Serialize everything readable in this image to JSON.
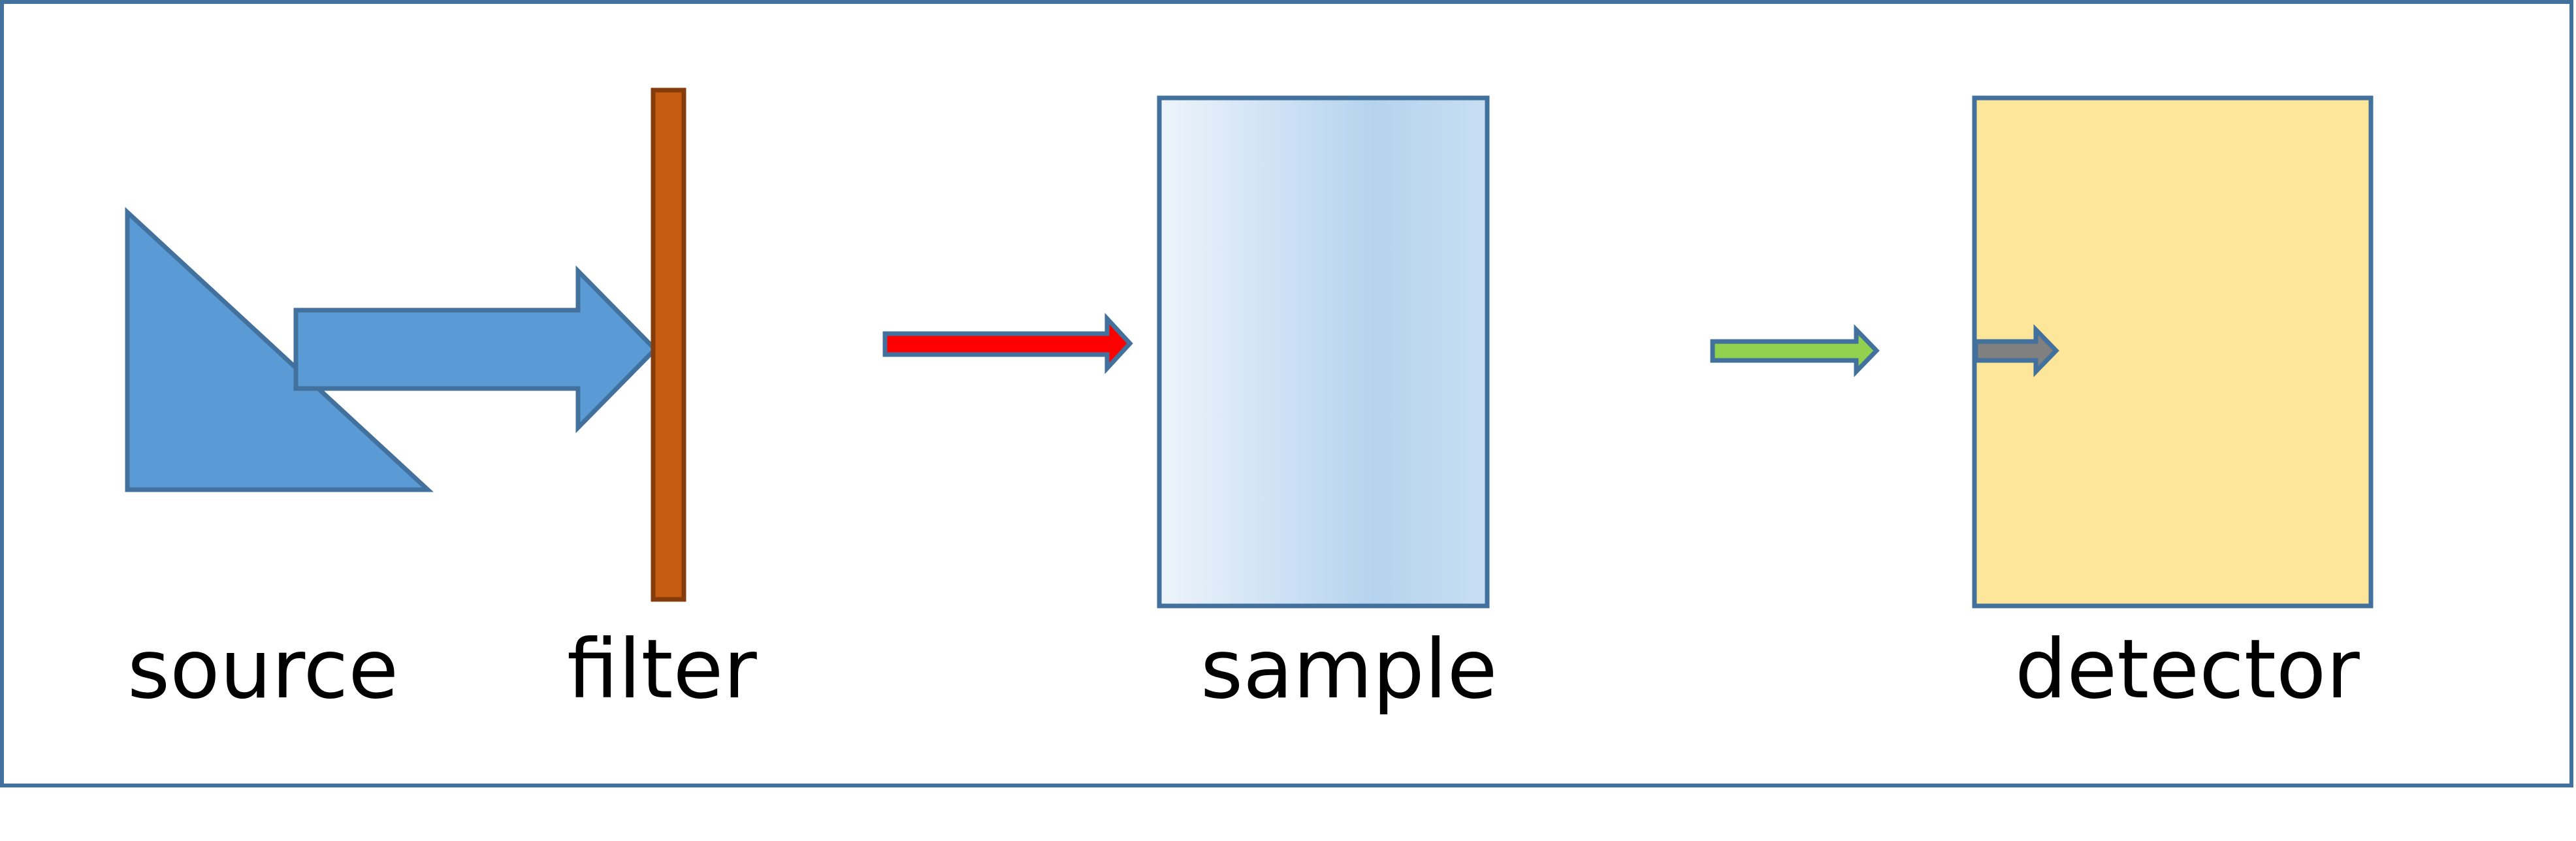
{
  "labels": {
    "source": "source",
    "filter": "filter",
    "sample": "sample",
    "detector": "detector"
  },
  "colors": {
    "frame": "#41719c",
    "source_fill": "#5b9bd5",
    "filter_fill": "#c55a11",
    "filter_stroke": "#843c0c",
    "beam_red": "#ff0000",
    "beam_green": "#92d050",
    "beam_gray": "#808080",
    "sample_gradient_light": "#eef4fb",
    "sample_gradient_dark": "#b5d3ee",
    "detector_fill": "#fde599",
    "text": "#000000"
  }
}
